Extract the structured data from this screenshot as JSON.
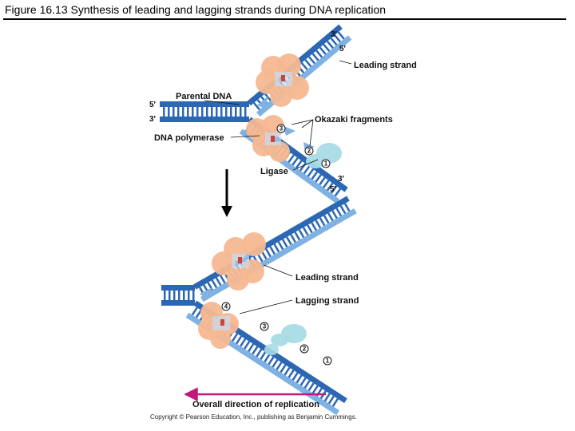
{
  "title": "Figure 16.13 Synthesis of leading and lagging strands during DNA replication",
  "colors": {
    "dark_strand": "#2b67b3",
    "light_strand": "#7fb2e2",
    "polymerase": "#f5b891",
    "ligase": "#a9dbe6",
    "arrow_magenta": "#c2187c"
  },
  "top_panel": {
    "labels": {
      "three_prime_top": "3′",
      "five_prime_top": "5′",
      "leading_strand": "Leading strand",
      "parental_dna": "Parental DNA",
      "five_prime_left": "5′",
      "three_prime_left": "3′",
      "okazaki_fragments": "Okazaki fragments",
      "dna_polymerase": "DNA polymerase",
      "ligase": "Ligase",
      "three_prime_bottom": "3′",
      "five_prime_bottom": "5′"
    },
    "fragment_numbers": [
      "3",
      "2",
      "1"
    ]
  },
  "bottom_panel": {
    "labels": {
      "leading_strand": "Leading strand",
      "lagging_strand": "Lagging strand"
    },
    "fragment_numbers": [
      "4",
      "3",
      "2",
      "1"
    ]
  },
  "overall_direction_label": "Overall direction of replication",
  "copyright": "Copyright © Pearson Education, Inc., publishing as Benjamin Cummings."
}
